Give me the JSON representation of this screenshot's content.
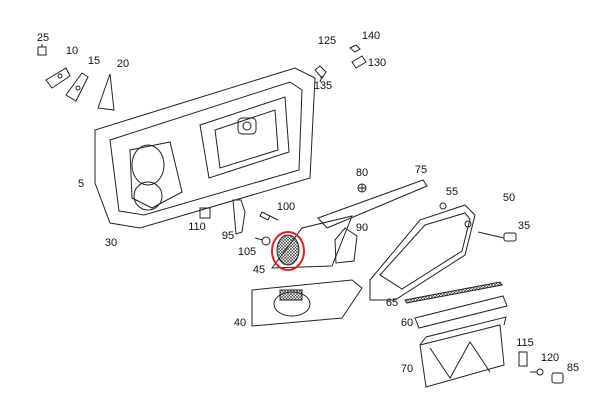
{
  "diagram": {
    "title": "Door trim panel parts diagram",
    "highlight_color": "#e0201b",
    "highlighted_part": "45",
    "part_numbers": [
      "25",
      "10",
      "15",
      "20",
      "125",
      "140",
      "130",
      "135",
      "5",
      "30",
      "110",
      "100",
      "95",
      "105",
      "45",
      "80",
      "75",
      "90",
      "55",
      "50",
      "35",
      "40",
      "65",
      "60",
      "70",
      "115",
      "120",
      "85"
    ]
  }
}
